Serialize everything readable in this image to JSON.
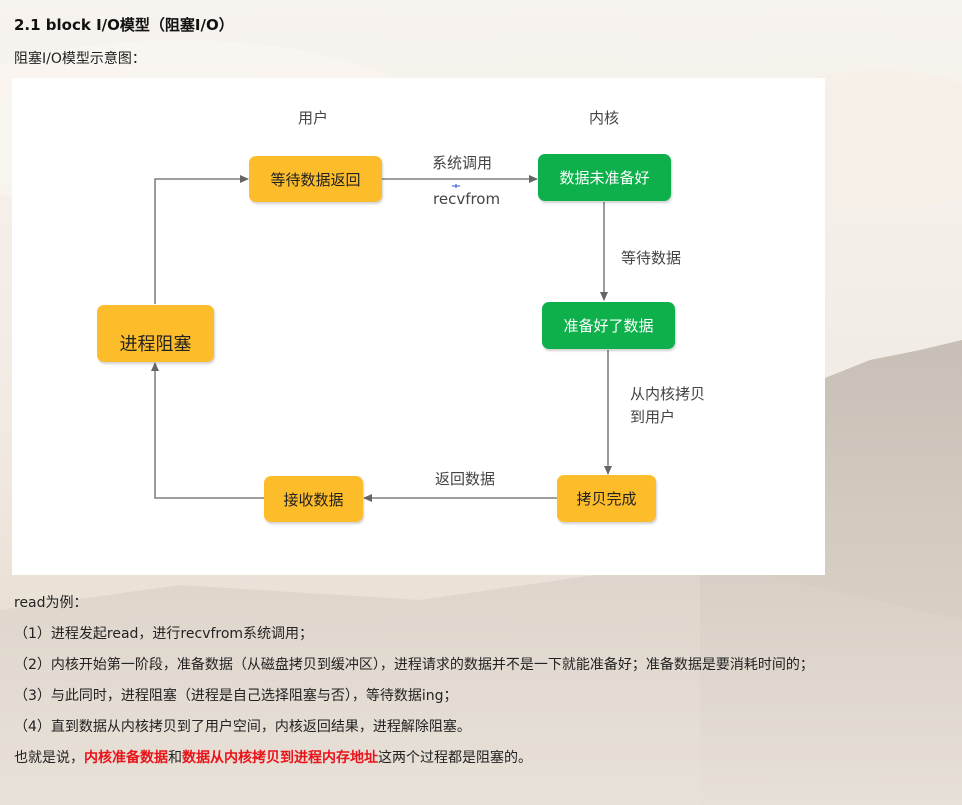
{
  "heading": "2.1 block I/O模型（阻塞I/O）",
  "caption": "阻塞I/O模型示意图：",
  "diagram": {
    "col_user": "用户",
    "col_kernel": "内核",
    "box_wait_return": "等待数据返回",
    "box_not_ready": "数据未准备好",
    "box_ready": "准备好了数据",
    "box_copy_done": "拷贝完成",
    "box_receive": "接收数据",
    "box_blocked": "进程阻塞",
    "label_syscall": "系统调用",
    "label_recvfrom": "recvfrom",
    "label_waiting": "等待数据",
    "label_copy": "从内核拷贝到用户",
    "label_return": "返回数据",
    "colors": {
      "yellow": "#fdbd2a",
      "green": "#0db04b",
      "arrow": "#666666"
    }
  },
  "body": {
    "intro": "read为例：",
    "step1": "（1）进程发起read，进行recvfrom系统调用；",
    "step2": "（2）内核开始第一阶段，准备数据（从磁盘拷贝到缓冲区），进程请求的数据并不是一下就能准备好；准备数据是要消耗时间的；",
    "step3": "（3）与此同时，进程阻塞（进程是自己选择阻塞与否），等待数据ing；",
    "step4": "（4）直到数据从内核拷贝到了用户空间，内核返回结果，进程解除阻塞。",
    "summary_prefix": "也就是说，",
    "summary_hl1": "内核准备数据",
    "summary_mid": "和",
    "summary_hl2": "数据从内核拷贝到进程内存地址",
    "summary_suffix": "这两个过程都是阻塞的。"
  }
}
